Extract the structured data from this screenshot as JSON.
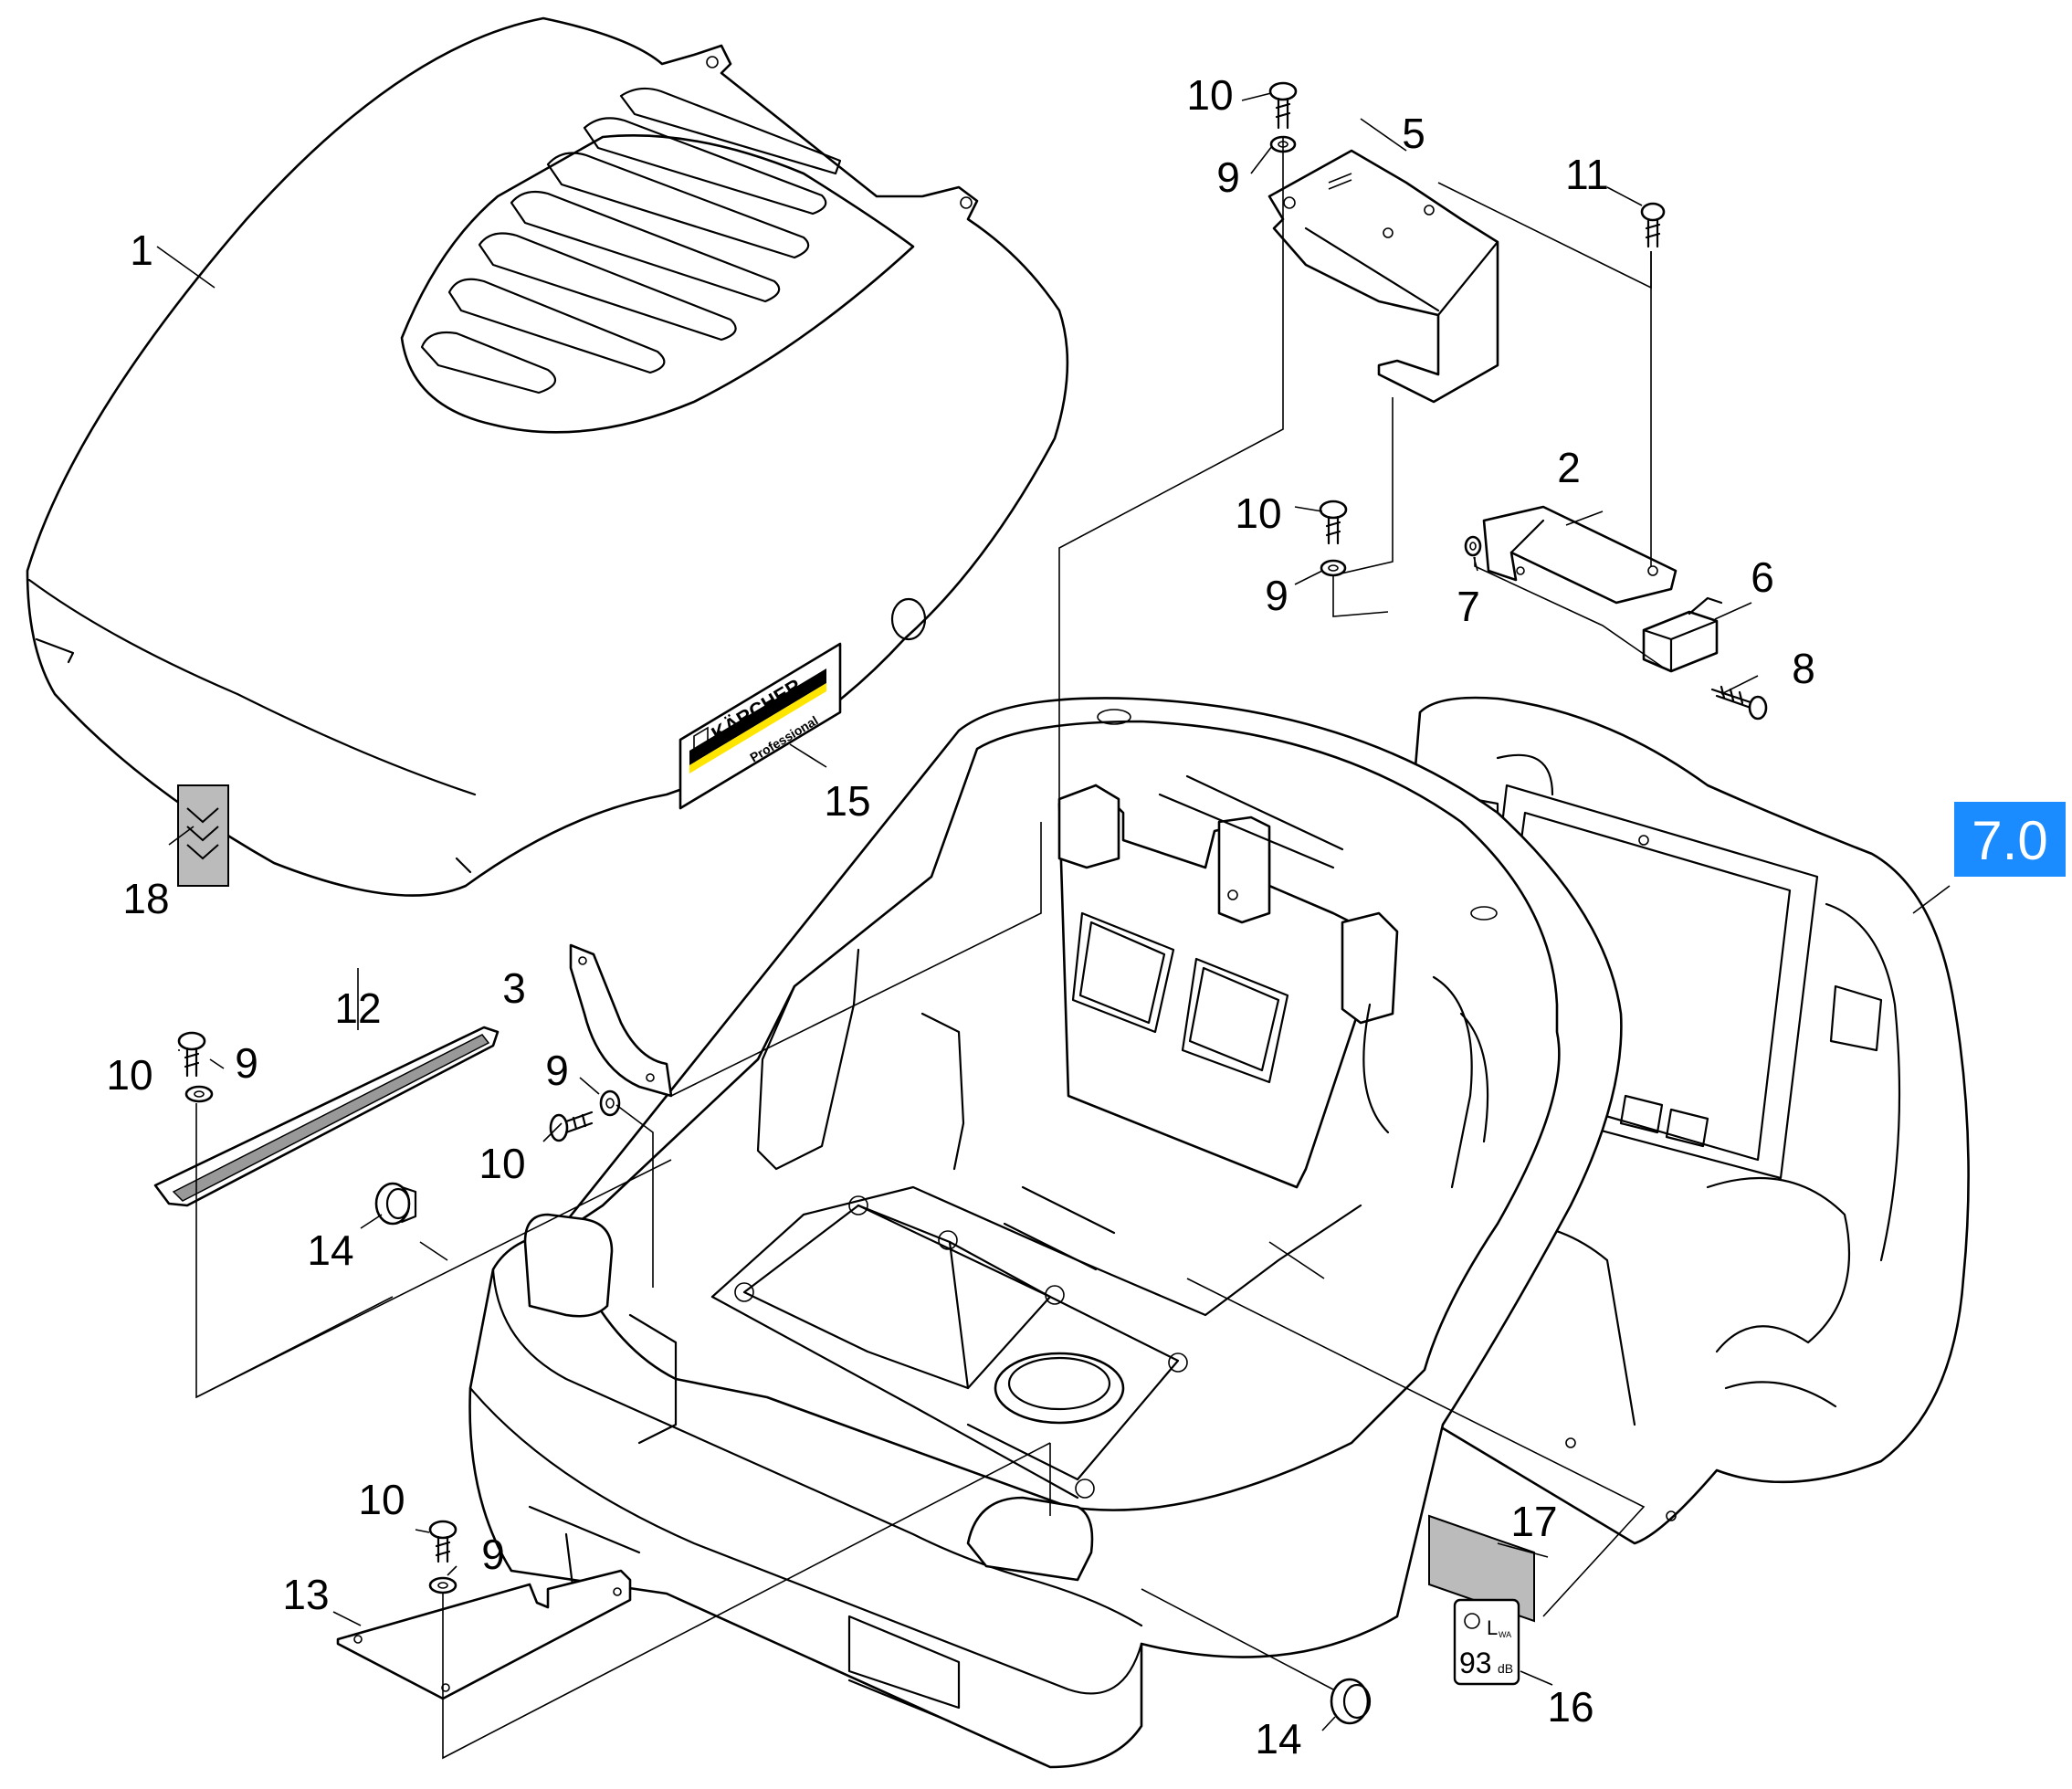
{
  "page_badge": {
    "label": "7.0",
    "color": "#1a8cff"
  },
  "brand_decal": {
    "brand": "KÄRCHER",
    "subtitle": "Professional",
    "accent_color": "#ffe600"
  },
  "noise_label": {
    "symbol": "L",
    "subscript": "WA",
    "value": "93",
    "unit": "dB"
  },
  "callouts": [
    {
      "id": "c1",
      "label": "1"
    },
    {
      "id": "c2",
      "label": "2"
    },
    {
      "id": "c3",
      "label": "3"
    },
    {
      "id": "c5",
      "label": "5"
    },
    {
      "id": "c6",
      "label": "6"
    },
    {
      "id": "c7",
      "label": "7"
    },
    {
      "id": "c8",
      "label": "8"
    },
    {
      "id": "c9a",
      "label": "9"
    },
    {
      "id": "c9b",
      "label": "9"
    },
    {
      "id": "c9c",
      "label": "9"
    },
    {
      "id": "c9d",
      "label": "9"
    },
    {
      "id": "c9e",
      "label": "9"
    },
    {
      "id": "c10a",
      "label": "10"
    },
    {
      "id": "c10b",
      "label": "10"
    },
    {
      "id": "c10c",
      "label": "10"
    },
    {
      "id": "c10d",
      "label": "10"
    },
    {
      "id": "c10e",
      "label": "10"
    },
    {
      "id": "c11",
      "label": "11"
    },
    {
      "id": "c12",
      "label": "12"
    },
    {
      "id": "c13",
      "label": "13"
    },
    {
      "id": "c14a",
      "label": "14"
    },
    {
      "id": "c14b",
      "label": "14"
    },
    {
      "id": "c15",
      "label": "15"
    },
    {
      "id": "c16",
      "label": "16"
    },
    {
      "id": "c17",
      "label": "17"
    },
    {
      "id": "c18",
      "label": "18"
    }
  ]
}
